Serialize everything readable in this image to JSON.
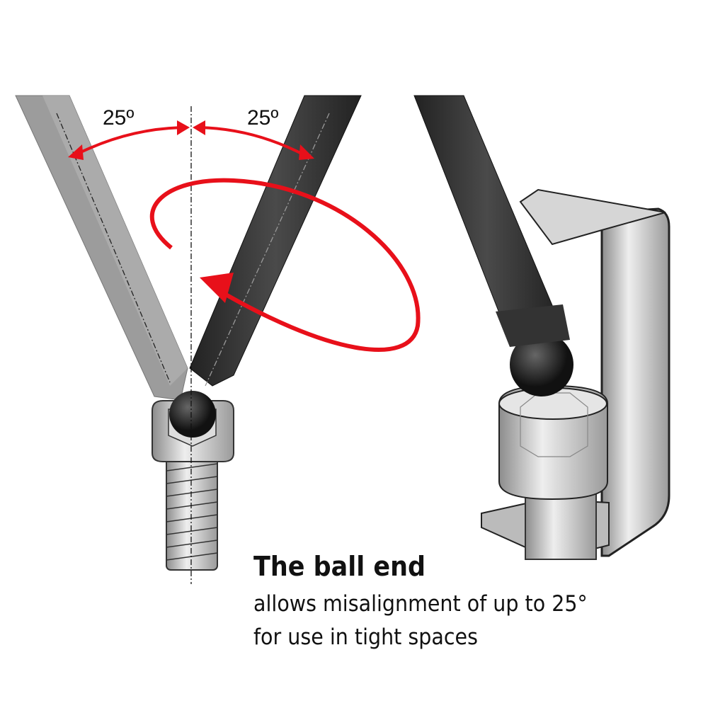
{
  "angle_labels": {
    "left": "25º",
    "right": "25º"
  },
  "caption": {
    "title": "The ball end",
    "line1": "allows misalignment of up to 25°",
    "line2": "for use in tight spaces"
  },
  "colors": {
    "arrow": "#e8101a",
    "dark_tool": "#2e2e2e",
    "light_tool": "#9a9a9a",
    "metal": "#c8c8c8"
  }
}
